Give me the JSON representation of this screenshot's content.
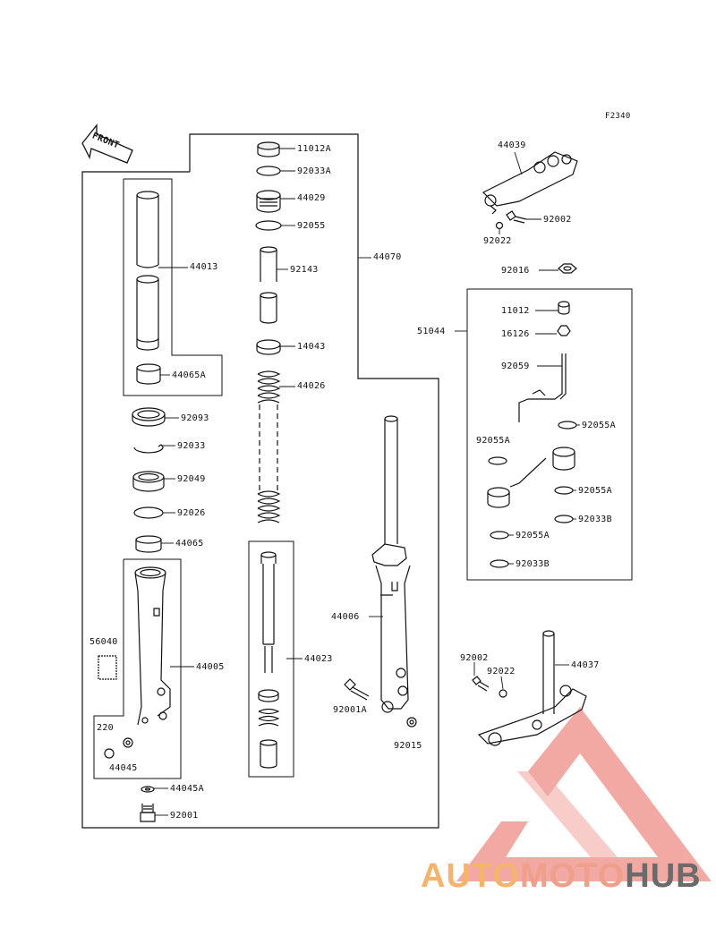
{
  "figure_id": "F2340",
  "front_label": "FRONT",
  "watermark": {
    "auto": "AUTO",
    "moto": "MOTO",
    "hub": "HUB"
  },
  "parts": {
    "p11012A": "11012A",
    "p92033A": "92033A",
    "p44029": "44029",
    "p92055": "92055",
    "p92143": "92143",
    "p14043": "14043",
    "p44026": "44026",
    "p44013": "44013",
    "p44065A": "44065A",
    "p92093": "92093",
    "p92033": "92033",
    "p92049": "92049",
    "p92026": "92026",
    "p44065": "44065",
    "p56040": "56040",
    "p44005": "44005",
    "p220": "220",
    "p44045": "44045",
    "p44045A": "44045A",
    "p92001": "92001",
    "p44023": "44023",
    "p44006": "44006",
    "p92001A": "92001A",
    "p92015": "92015",
    "p44070": "44070",
    "p44039": "44039",
    "p92002a": "92002",
    "p92022a": "92022",
    "p92016": "92016",
    "p51044": "51044",
    "p11012": "11012",
    "p16126": "16126",
    "p92059": "92059",
    "p92055A1": "92055A",
    "p92055A2": "92055A",
    "p92055A3": "92055A",
    "p92055A4": "92055A",
    "p92033B1": "92033B",
    "p92033B2": "92033B",
    "p92002b": "92002",
    "p92022b": "92022",
    "p44037": "44037"
  }
}
